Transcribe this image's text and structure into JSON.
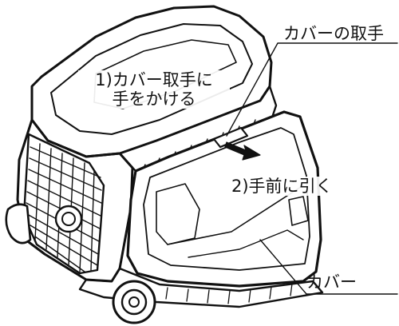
{
  "labels": {
    "cover_handle": "カバーの取手",
    "step1_line1": "1)カバー取手に",
    "step1_line2": "手をかける",
    "step2": "2)手前に引く",
    "cover": "カバー"
  },
  "icons": {
    "arrow": "pull-direction-arrow-icon"
  },
  "colors": {
    "line": "#111111",
    "background": "#ffffff"
  }
}
